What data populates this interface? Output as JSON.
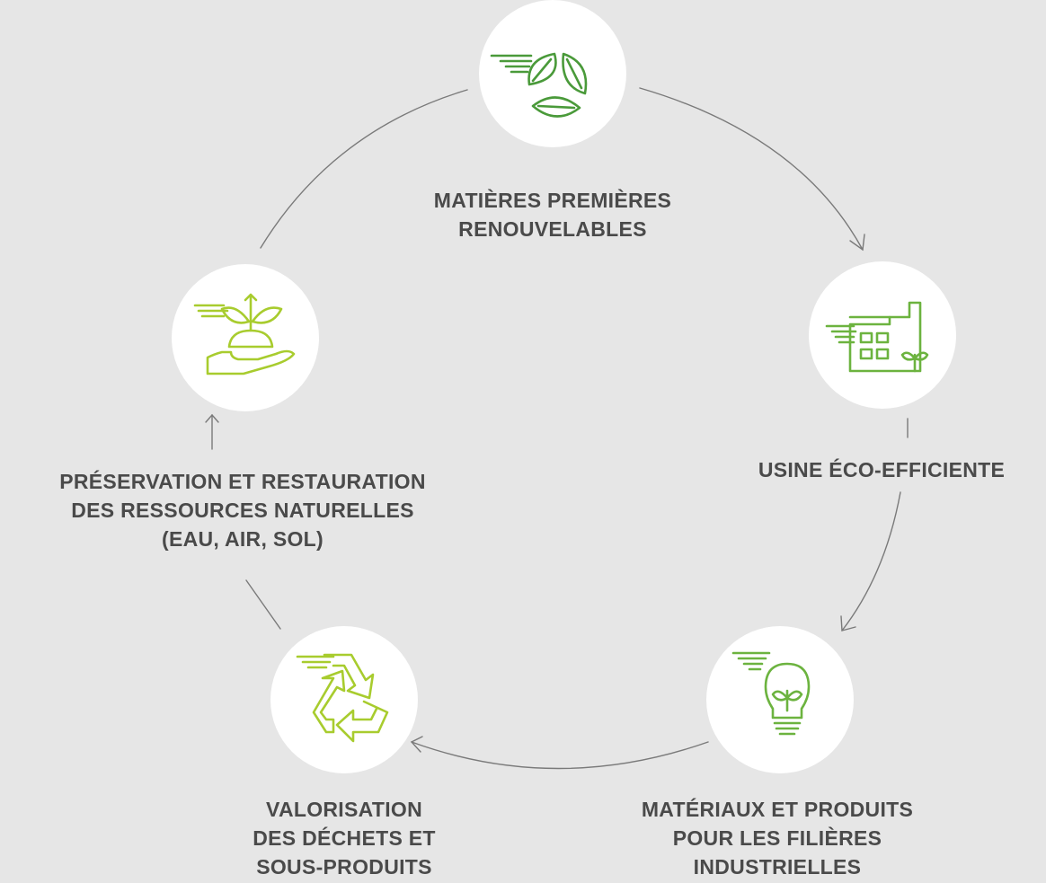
{
  "colors": {
    "background": "#e6e6e6",
    "circle": "#ffffff",
    "text": "#4a4a4a",
    "connector": "#7a7a7a",
    "green_dark": "#4a9a3a",
    "green_mid": "#6cb33f",
    "green_light": "#a8cc2e"
  },
  "steps": [
    {
      "id": "matieres",
      "icon": "leaves-icon",
      "lines": [
        "MATIÈRES PREMIÈRES",
        "RENOUVELABLES"
      ]
    },
    {
      "id": "usine",
      "icon": "factory-icon",
      "lines": [
        "USINE ÉCO-EFFICIENTE"
      ]
    },
    {
      "id": "materiaux",
      "icon": "lightbulb-icon",
      "lines": [
        "MATÉRIAUX ET PRODUITS",
        "POUR LES FILIÈRES",
        "INDUSTRIELLES"
      ]
    },
    {
      "id": "valorisation",
      "icon": "recycle-icon",
      "lines": [
        "VALORISATION",
        "DES DÉCHETS ET",
        "SOUS-PRODUITS"
      ]
    },
    {
      "id": "preservation",
      "icon": "plant-in-hand-icon",
      "lines": [
        "PRÉSERVATION ET RESTAURATION",
        "DES RESSOURCES NATURELLES",
        "(EAU, AIR, SOL)"
      ]
    }
  ]
}
